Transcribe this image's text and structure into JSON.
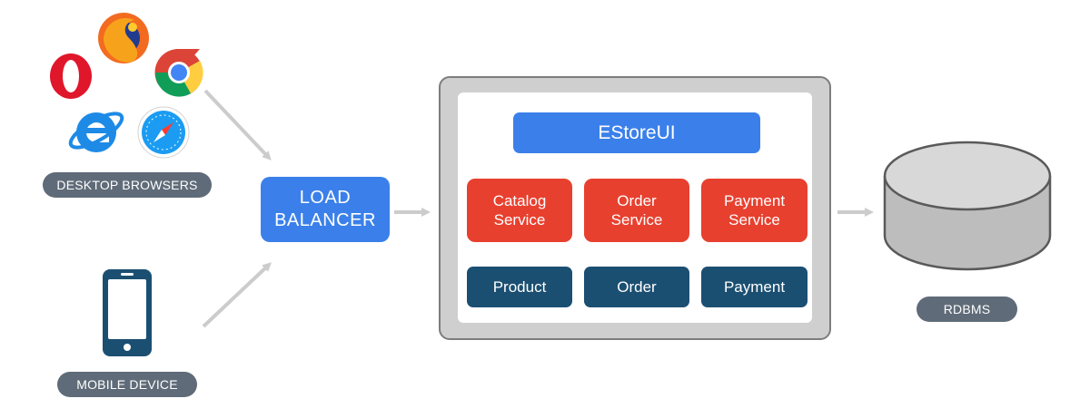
{
  "labels": {
    "desktop": "DESKTOP BROWSERS",
    "mobile": "MOBILE DEVICE",
    "rdbms": "RDBMS"
  },
  "load_balancer": "LOAD\nBALANCER",
  "app": {
    "title": "EStoreUI",
    "services": [
      "Catalog\nService",
      "Order\nService",
      "Payment\nService"
    ],
    "data_stores": [
      "Product",
      "Order",
      "Payment"
    ]
  },
  "icons": {
    "browsers": [
      "opera-icon",
      "firefox-icon",
      "chrome-icon",
      "internet-explorer-icon",
      "safari-icon"
    ],
    "mobile": "smartphone-icon",
    "database": "database-cylinder-icon"
  },
  "colors": {
    "load_balancer": "#3b80ea",
    "estore_ui": "#3b80ea",
    "service": "#e8402f",
    "data_store": "#1b4f72",
    "container_outer": "#cfcfcf",
    "label_pill": "#5f6b78",
    "arrow": "#cccccc"
  }
}
